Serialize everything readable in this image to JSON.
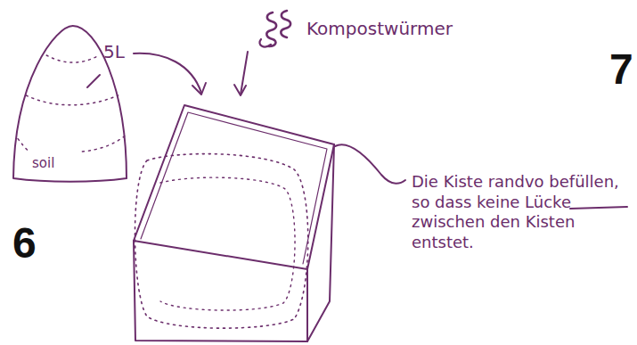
{
  "diagram": {
    "nodes": [
      {
        "text": [
          "soil"
        ]
      }
    ],
    "labels": [
      "5L",
      "Kompostwürmer",
      "Die Kiste randvo befüllen, so dass keine Lücke zwischen den Kisten entstet.",
      "6",
      "7"
    ]
  }
}
